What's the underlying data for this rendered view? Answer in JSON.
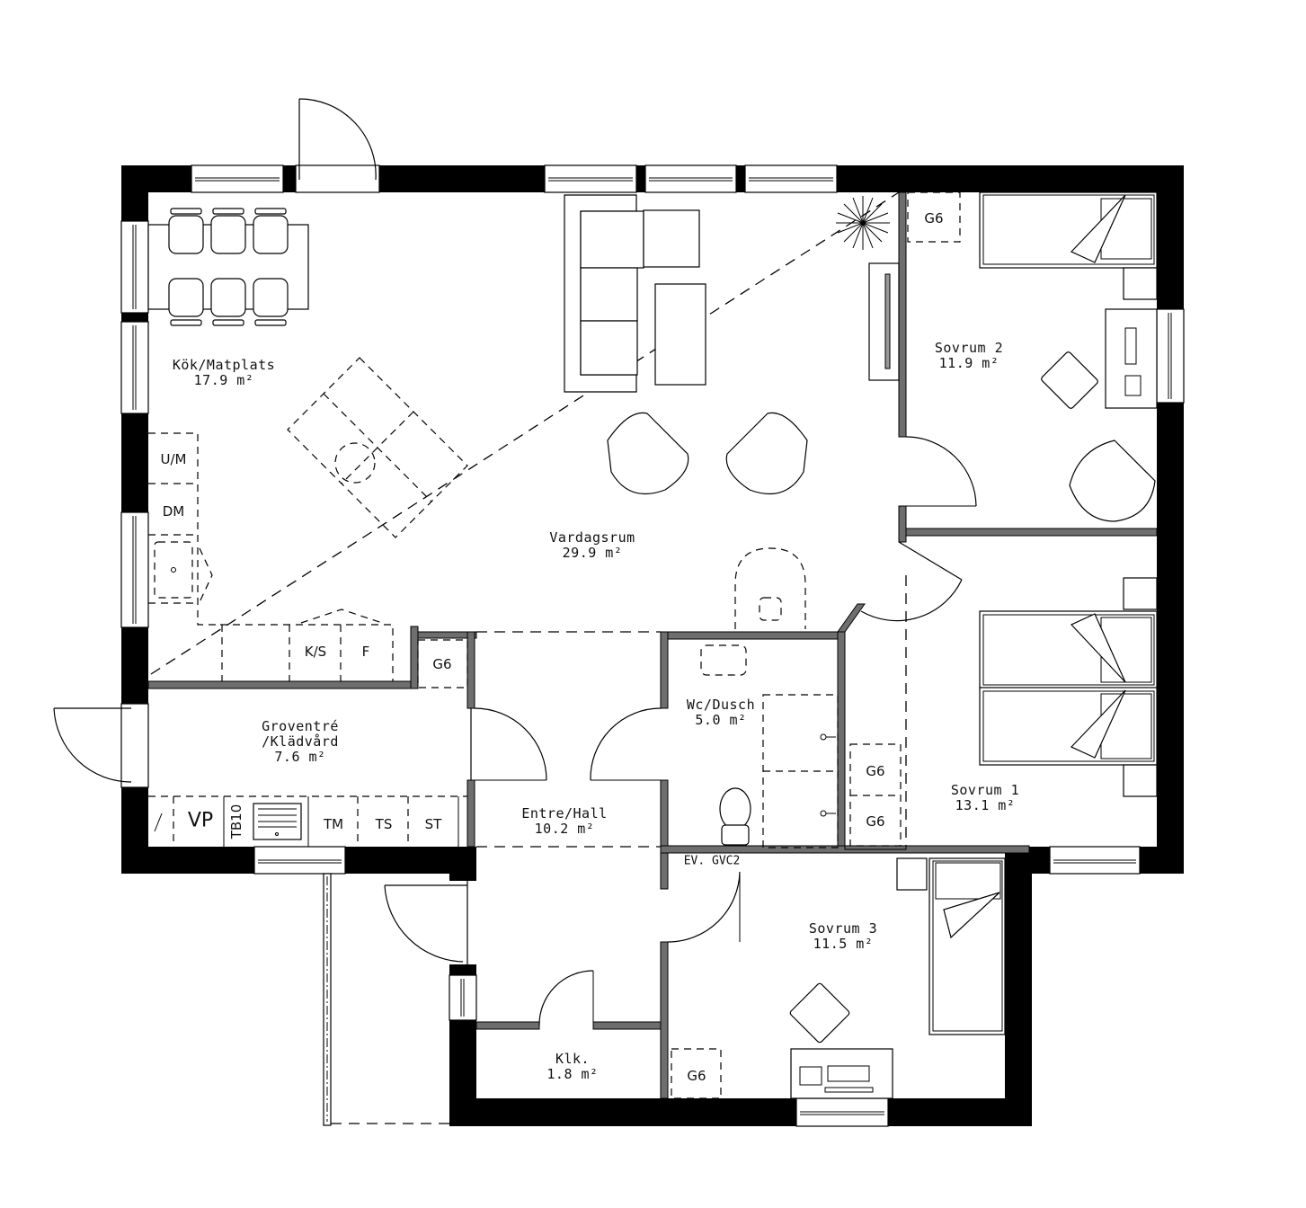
{
  "plan": {
    "type": "floor-plan",
    "area_unit": "m²",
    "rooms": [
      {
        "id": "kok",
        "name": "Kök/Matplats",
        "area": "17.9 m²"
      },
      {
        "id": "vardagsrum",
        "name": "Vardagsrum",
        "area": "29.9 m²"
      },
      {
        "id": "sovrum2",
        "name": "Sovrum 2",
        "area": "11.9 m²"
      },
      {
        "id": "sovrum1",
        "name": "Sovrum 1",
        "area": "13.1 m²"
      },
      {
        "id": "groventre",
        "name_line1": "Groventré",
        "name_line2": "/Klädvård",
        "area": "7.6 m²"
      },
      {
        "id": "wcdusch",
        "name": "Wc/Dusch",
        "area": "5.0 m²"
      },
      {
        "id": "entre",
        "name": "Entre/Hall",
        "area": "10.2 m²"
      },
      {
        "id": "sovrum3",
        "name": "Sovrum 3",
        "area": "11.5 m²"
      },
      {
        "id": "klk",
        "name": "Klk.",
        "area": "1.8 m²"
      }
    ],
    "fixtures": {
      "um": "U/M",
      "dm": "DM",
      "ks": "K/S",
      "f": "F",
      "vp": "VP",
      "tb10": "TB10",
      "tm": "TM",
      "ts": "TS",
      "st": "ST",
      "g6": "G6",
      "ev_gvc2": "EV. GVC2"
    }
  }
}
